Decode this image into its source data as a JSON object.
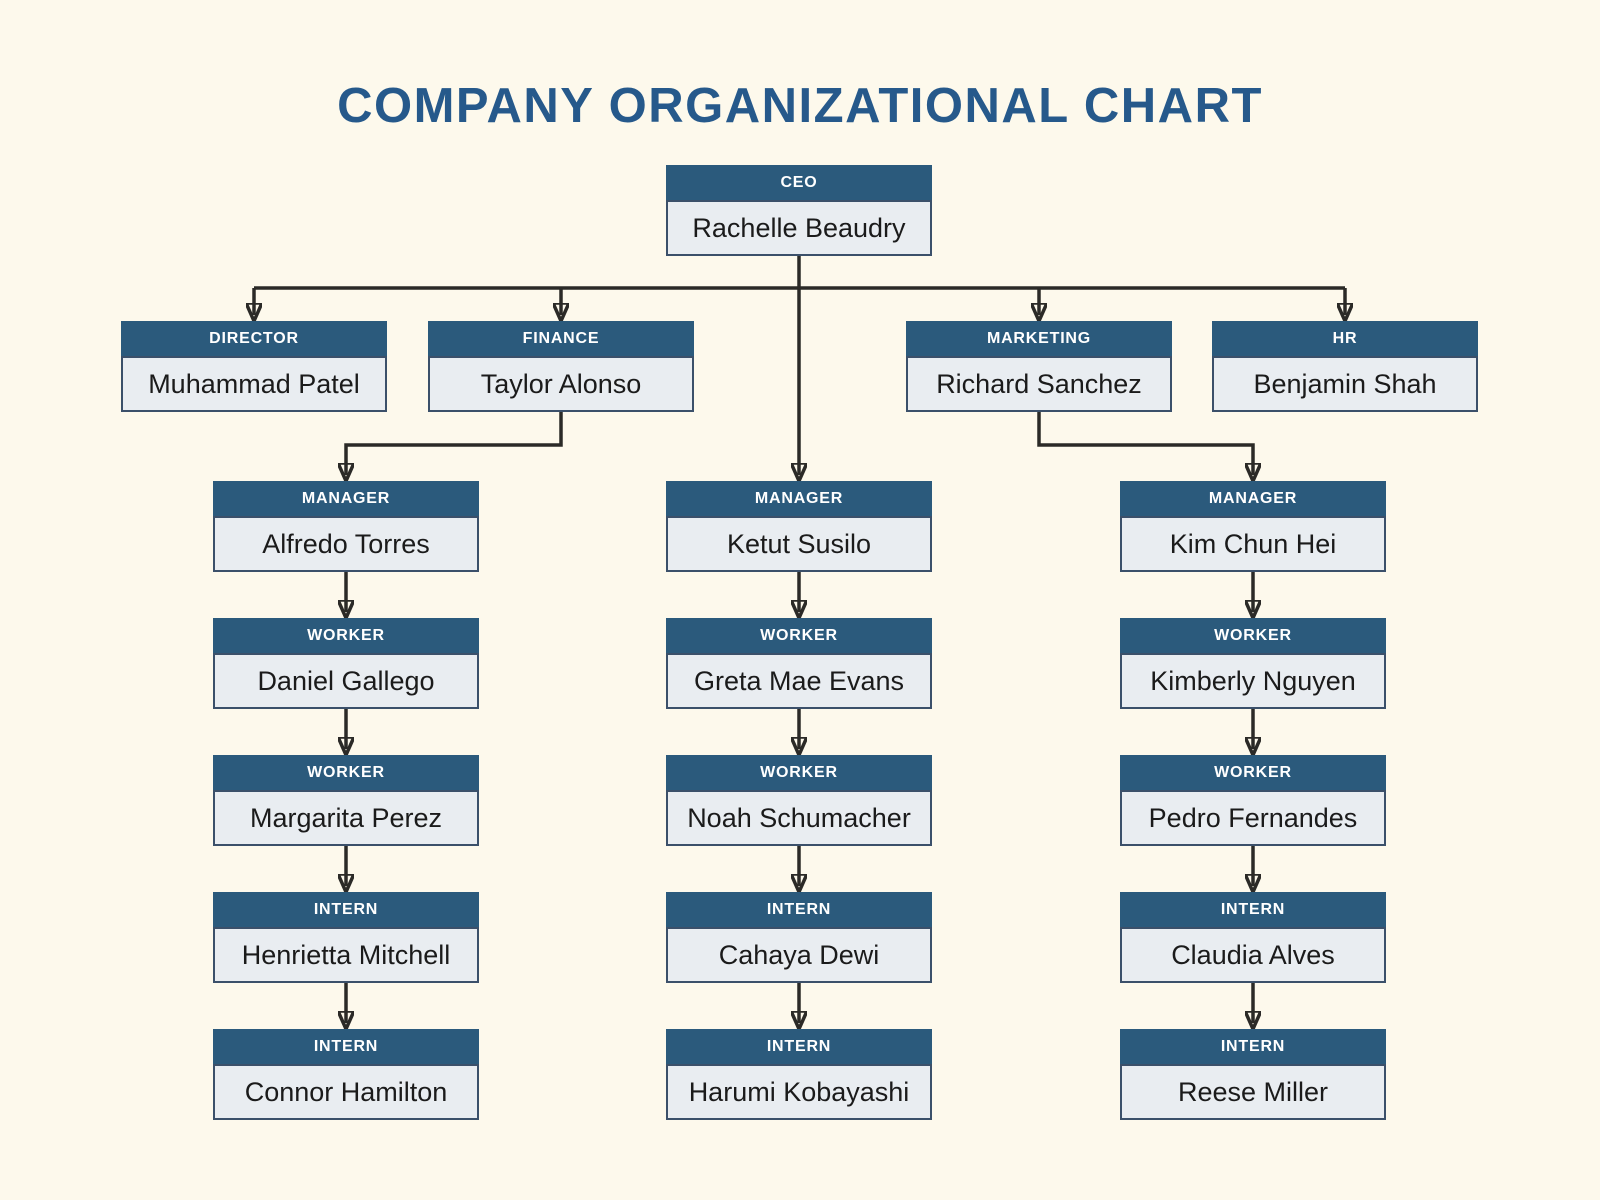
{
  "page": {
    "title": "COMPANY ORGANIZATIONAL CHART"
  },
  "colors": {
    "page_bg": "#fdf9ec",
    "title_color": "#26598b",
    "header_bg": "#2b5a7c",
    "body_bg": "#e9edf1",
    "body_border": "#3b506a",
    "line_color": "#2b2a27",
    "name_color": "#1b1b1b"
  },
  "org": {
    "ceo": {
      "role": "CEO",
      "name": "Rachelle Beaudry"
    },
    "level2": [
      {
        "id": "director",
        "role": "DIRECTOR",
        "name": "Muhammad Patel",
        "reports_to": "ceo"
      },
      {
        "id": "finance",
        "role": "FINANCE",
        "name": "Taylor Alonso",
        "reports_to": "ceo"
      },
      {
        "id": "marketing",
        "role": "MARKETING",
        "name": "Richard Sanchez",
        "reports_to": "ceo"
      },
      {
        "id": "hr",
        "role": "HR",
        "name": "Benjamin Shah",
        "reports_to": "ceo"
      }
    ],
    "columns": [
      {
        "reports_to": "finance",
        "chain": [
          {
            "role": "MANAGER",
            "name": "Alfredo Torres"
          },
          {
            "role": "WORKER",
            "name": "Daniel Gallego"
          },
          {
            "role": "WORKER",
            "name": "Margarita Perez"
          },
          {
            "role": "INTERN",
            "name": "Henrietta Mitchell"
          },
          {
            "role": "INTERN",
            "name": "Connor Hamilton"
          }
        ]
      },
      {
        "reports_to": "ceo",
        "chain": [
          {
            "role": "MANAGER",
            "name": "Ketut Susilo"
          },
          {
            "role": "WORKER",
            "name": "Greta Mae Evans"
          },
          {
            "role": "WORKER",
            "name": "Noah Schumacher"
          },
          {
            "role": "INTERN",
            "name": "Cahaya Dewi"
          },
          {
            "role": "INTERN",
            "name": "Harumi Kobayashi"
          }
        ]
      },
      {
        "reports_to": "marketing",
        "chain": [
          {
            "role": "MANAGER",
            "name": "Kim Chun Hei"
          },
          {
            "role": "WORKER",
            "name": "Kimberly Nguyen"
          },
          {
            "role": "WORKER",
            "name": "Pedro Fernandes"
          },
          {
            "role": "INTERN",
            "name": "Claudia Alves"
          },
          {
            "role": "INTERN",
            "name": "Reese Miller"
          }
        ]
      }
    ]
  }
}
